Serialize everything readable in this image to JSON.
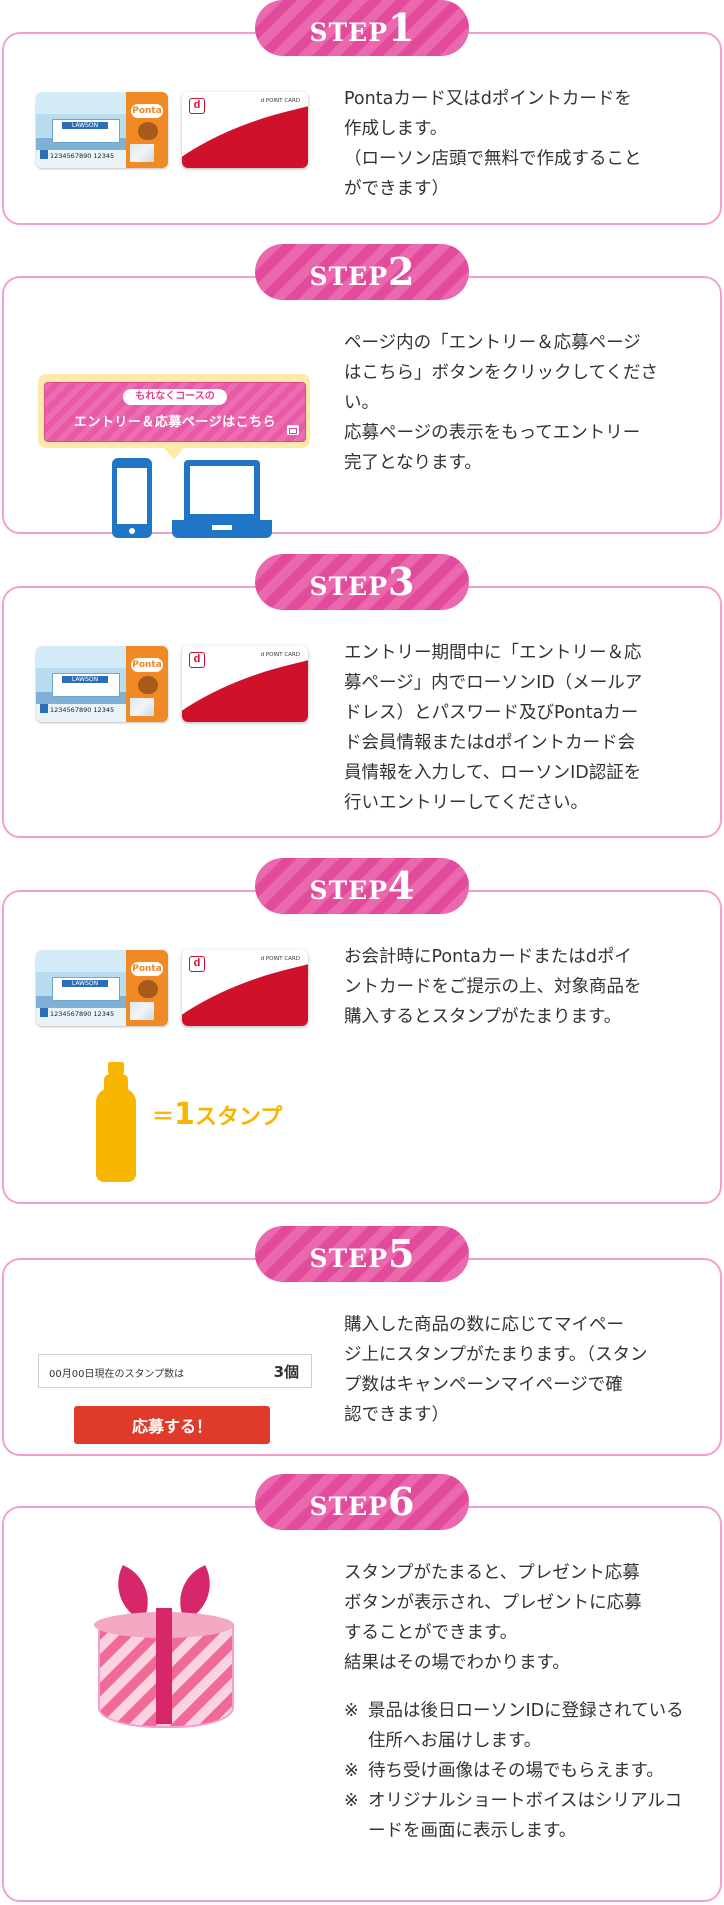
{
  "steps": [
    {
      "word": "STEP",
      "num": "1",
      "text": "Pontaカード又はdポイントカードを\n作成します。\n（ローソン店頭で無料で作成すること\nができます）"
    },
    {
      "word": "STEP",
      "num": "2",
      "text": "ページ内の「エントリー＆応募ページ\nはこちら」ボタンをクリックしてくださ\nい。\n応募ページの表示をもってエントリー\n完了となります。",
      "banner_tag": "もれなくコースの",
      "banner_main": "エントリー＆応募ページはこちら"
    },
    {
      "word": "STEP",
      "num": "3",
      "text": "エントリー期間中に「エントリー＆応\n募ページ」内でローソンID（メールア\nドレス）とパスワード及びPontaカー\nド会員情報またはdポイントカード会\n員情報を入力して、ローソンID認証を\n行いエントリーしてください。"
    },
    {
      "word": "STEP",
      "num": "4",
      "text": "お会計時にPontaカードまたはdポイ\nントカードをご提示の上、対象商品を\n購入するとスタンプがたまります。",
      "stamp_eq": "＝",
      "stamp_num": "1",
      "stamp_unit": "スタンプ"
    },
    {
      "word": "STEP",
      "num": "5",
      "text": "購入した商品の数に応じてマイペー\nジ上にスタンプがたまります。（スタン\nプ数はキャンペーンマイページで確\n認できます）",
      "count_label": "00月00日現在のスタンプ数は",
      "count_value": "3個",
      "apply_label": "応募する！"
    },
    {
      "word": "STEP",
      "num": "6",
      "text": "スタンプがたまると、プレゼント応募\nボタンが表示され、プレゼントに応募\nすることができます。\n結果はその場でわかります。",
      "notes": [
        "景品は後日ローソンIDに登録されている住所へお届けします。",
        "待ち受け画像はその場でもらえます。",
        "オリジナルショートボイスはシリアルコードを画面に表示します。"
      ]
    }
  ],
  "ponta_card": {
    "logo": "Ponta",
    "store_sign": "LAWSON",
    "number": "1234567890 12345"
  },
  "dpoint_card": {
    "mark": "d",
    "label": "d POINT CARD"
  },
  "colors": {
    "accent_pink": "#e24a9c",
    "border_pink": "#f2a0cf",
    "stamp_yellow": "#f7b500",
    "apply_red": "#e03b2a"
  }
}
